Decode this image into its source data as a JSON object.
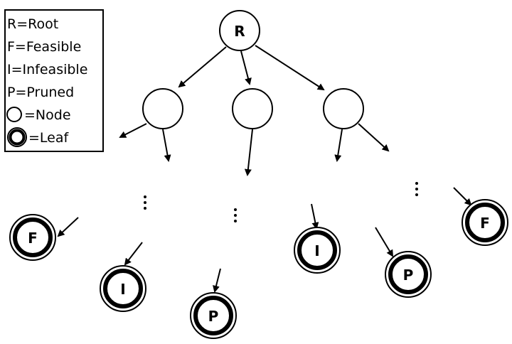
{
  "legend": {
    "root": "R=Root",
    "feasible": "F=Feasible",
    "infeasible": "I=Infeasible",
    "pruned": "P=Pruned",
    "node": "=Node",
    "leaf": "=Leaf"
  },
  "tree": {
    "root_label": "R",
    "leaves": [
      {
        "label": "F"
      },
      {
        "label": "I"
      },
      {
        "label": "P"
      },
      {
        "label": "I"
      },
      {
        "label": "P"
      },
      {
        "label": "F"
      }
    ]
  }
}
